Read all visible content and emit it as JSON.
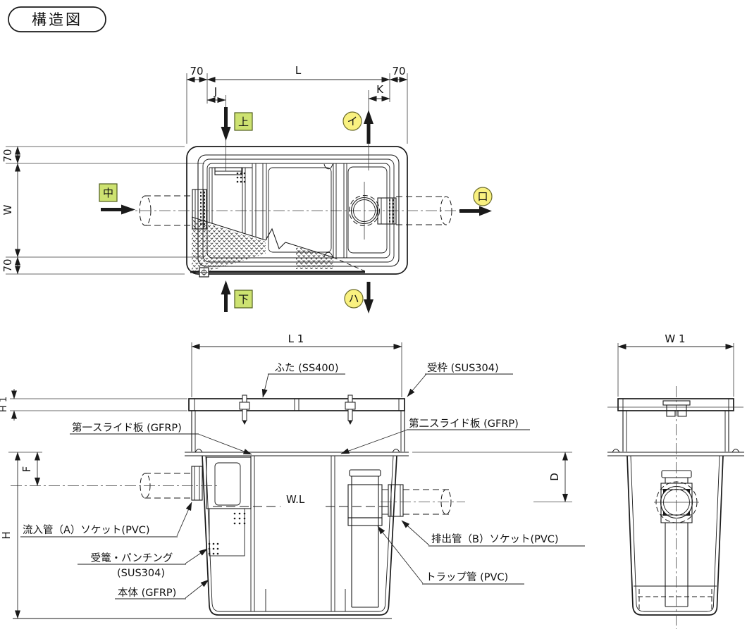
{
  "title": "構造図",
  "colors": {
    "line": "#1a1a1a",
    "badge_green_fill": "#cde271",
    "badge_green_border": "#4f5e1d",
    "badge_yellow_fill": "#f9f180",
    "badge_yellow_border": "#6b6b2a",
    "background": "#ffffff"
  },
  "plan_view": {
    "dim_top_left_margin": "70",
    "dim_top_length": "L",
    "dim_top_right_margin": "70",
    "dim_inlet_offset": "J",
    "dim_outlet_offset": "K",
    "dim_left_top_margin": "70",
    "dim_width": "W",
    "dim_left_bottom_margin": "70",
    "badge_top": "上",
    "badge_vent_i": "イ",
    "badge_inlet": "中",
    "badge_outlet_ro": "口",
    "badge_bottom": "下",
    "badge_vent_ha": "ハ"
  },
  "front_view": {
    "dim_length": "L 1",
    "dim_lid_height": "H 1",
    "dim_inlet_depth": "F",
    "dim_height": "H",
    "dim_outlet_depth": "D",
    "label_lid": "ふた (SS400)",
    "label_frame": "受枠 (SUS304)",
    "label_slide1": "第一スライド板 (GFRP)",
    "label_slide2": "第二スライド板 (GFRP)",
    "label_inlet": "流入管（A）ソケット(PVC)",
    "label_strainer_1": "受篭・パンチング",
    "label_strainer_2": "(SUS304)",
    "label_body": "本体 (GFRP)",
    "label_outlet": "排出管（B）ソケット(PVC)",
    "label_trap": "トラップ管 (PVC)",
    "label_water_level": "W.L"
  },
  "side_view": {
    "dim_width": "W 1"
  }
}
